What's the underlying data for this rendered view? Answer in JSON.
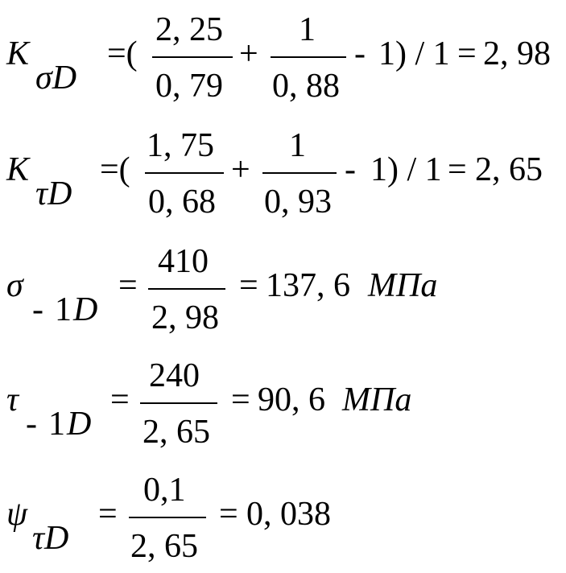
{
  "equations": [
    {
      "symbol": "K",
      "sub": "σD",
      "eq1": "=(",
      "n1": "2, 25",
      "d1": "0, 79",
      "op1": "+",
      "n2": "1",
      "d2": "0, 88",
      "op2": "-",
      "tail": "1) / 1",
      "eq2": "=",
      "result": "2, 98"
    },
    {
      "symbol": "K",
      "sub": "τD",
      "eq1": "=(",
      "n1": "1, 75",
      "d1": "0, 68",
      "op1": "+",
      "n2": "1",
      "d2": "0, 93",
      "op2": "-",
      "tail": "1) / 1",
      "eq2": "=",
      "result": "2, 65"
    },
    {
      "symbol": "σ",
      "sub_minus": "-",
      "sub_num": "1",
      "sub_var": "D",
      "eq1": "=",
      "num": "410",
      "den": "2, 98",
      "eq2": "=",
      "result": "137, 6",
      "unit": "МПа"
    },
    {
      "symbol": "τ",
      "sub_minus": "-",
      "sub_num": "1",
      "sub_var": "D",
      "eq1": "=",
      "num": "240",
      "den": "2, 65",
      "eq2": "=",
      "result": "90, 6",
      "unit": "МПа"
    },
    {
      "symbol": "ψ",
      "sub": "τD",
      "eq1": "=",
      "num": "0,1",
      "den": "2, 65",
      "eq2": "=",
      "result": "0, 038"
    }
  ]
}
